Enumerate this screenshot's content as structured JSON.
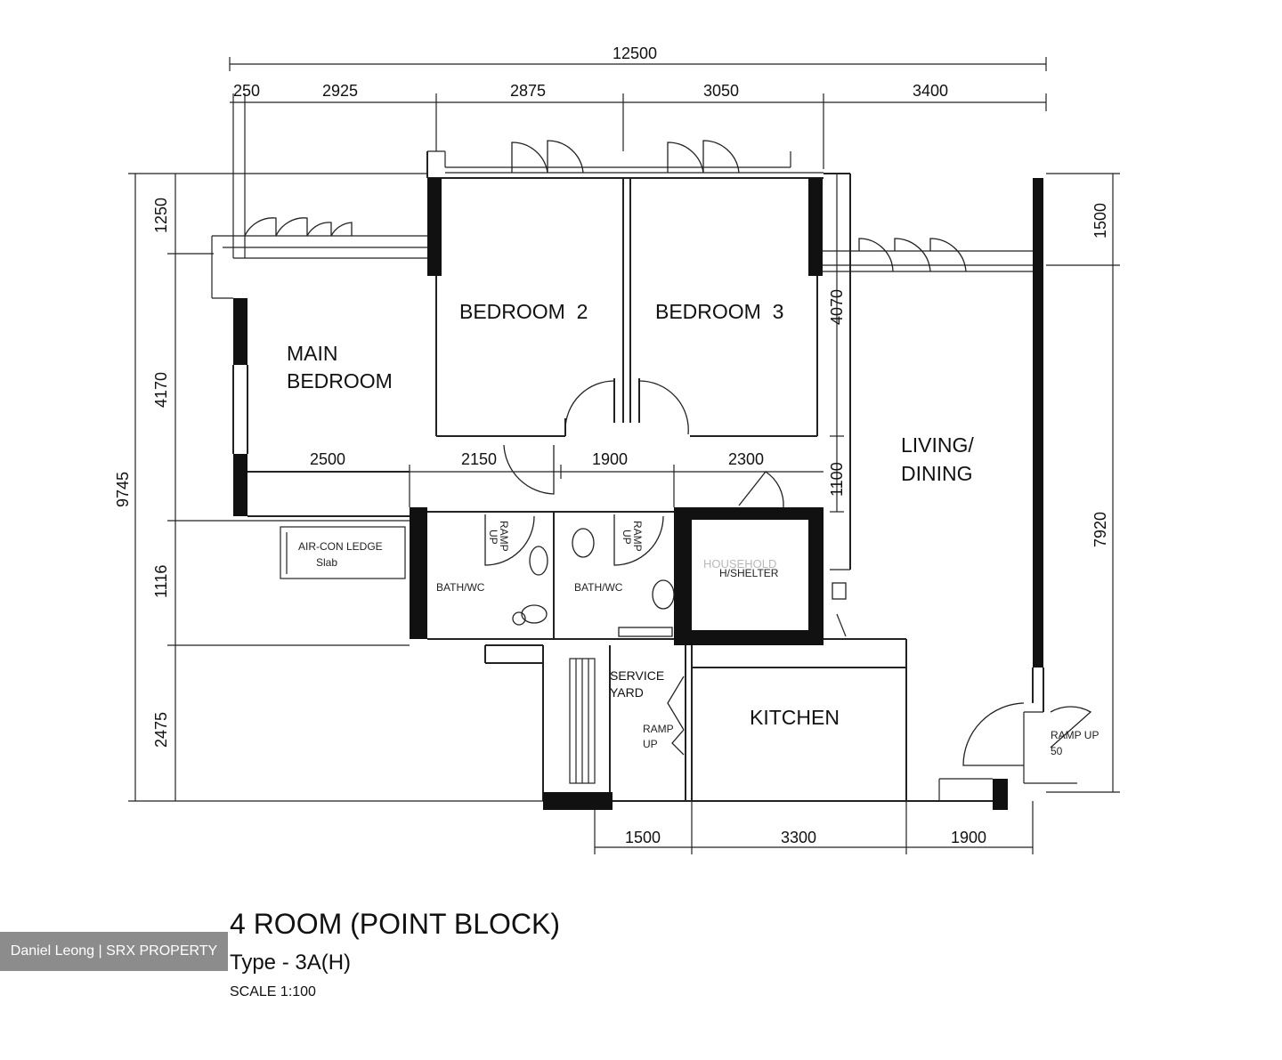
{
  "dimensions": {
    "overall_width": "12500",
    "top": [
      "250",
      "2925",
      "2875",
      "3050",
      "3400"
    ],
    "left": [
      "1250",
      "4170",
      "9745",
      "1116",
      "2475"
    ],
    "right": [
      "1500",
      "7920"
    ],
    "inner_right": [
      "4070",
      "1100"
    ],
    "corridor": [
      "2500",
      "2150",
      "1900",
      "2300"
    ],
    "bottom": [
      "1500",
      "3300",
      "1900"
    ]
  },
  "rooms": {
    "main_bedroom": [
      "MAIN",
      "BEDROOM"
    ],
    "bedroom_2": "BEDROOM  2",
    "bedroom_3": "BEDROOM  3",
    "living_dining": [
      "LIVING/",
      "DINING"
    ],
    "kitchen": "KITCHEN",
    "service_yard": [
      "SERVICE",
      "YARD"
    ],
    "bath_1": "BATH/WC",
    "bath_2": "BATH/WC",
    "household_shelter": "H/SHELTER",
    "aircon_ledge": [
      "AIR-CON LEDGE",
      "Slab"
    ]
  },
  "ramps": {
    "bath_1": [
      "RAMP",
      "UP"
    ],
    "bath_2": [
      "RAMP",
      "UP"
    ],
    "service_yard": [
      "RAMP",
      "UP"
    ],
    "entrance": [
      "RAMP UP",
      "50"
    ]
  },
  "ghost_label": "HOUSEHOLD",
  "title": {
    "main": "4 ROOM (POINT BLOCK)",
    "type": "Type - 3A(H)",
    "scale": "SCALE 1:100"
  },
  "watermark": "Daniel Leong | SRX PROPERTY"
}
